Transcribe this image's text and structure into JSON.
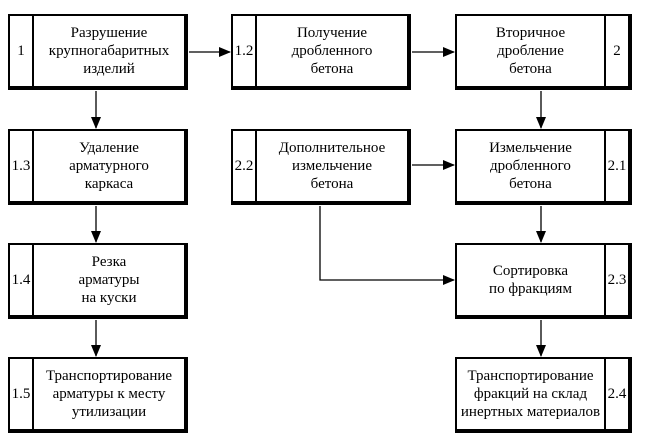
{
  "blocks": {
    "b1": {
      "num": "1",
      "text": "Разрушение\nкрупногабаритных\nизделий"
    },
    "b12": {
      "num": "1.2",
      "text": "Получение\nдробленного\nбетона"
    },
    "b2": {
      "num": "2",
      "text": "Вторичное\nдробление\nбетона"
    },
    "b13": {
      "num": "1.3",
      "text": "Удаление\nарматурного\nкаркаса"
    },
    "b22": {
      "num": "2.2",
      "text": "Дополнительное\nизмельчение\nбетона"
    },
    "b21": {
      "num": "2.1",
      "text": "Измельчение\nдробленного\nбетона"
    },
    "b14": {
      "num": "1.4",
      "text": "Резка\nарматуры\nна куски"
    },
    "b23": {
      "num": "2.3",
      "text": "Сортировка\nпо фракциям"
    },
    "b15": {
      "num": "1.5",
      "text": "Транспортирование\nарматуры к месту\nутилизации"
    },
    "b24": {
      "num": "2.4",
      "text": "Транспортирование\nфракций на склад\nинертных материалов"
    }
  }
}
